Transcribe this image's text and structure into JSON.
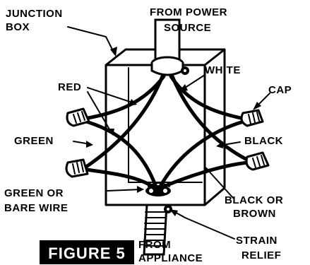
{
  "labels": {
    "junction_box_1": "JUNCTION",
    "junction_box_2": "BOX",
    "from_power_1": "FROM POWER",
    "from_power_2": "SOURCE",
    "white": "WHITE",
    "red": "RED",
    "cap": "CAP",
    "green": "GREEN",
    "black": "BLACK",
    "green_or_1": "GREEN OR",
    "green_or_2": "BARE WIRE",
    "black_or_1": "BLACK OR",
    "black_or_2": "BROWN",
    "from_appliance_1": "FROM",
    "from_appliance_2": "APPLIANCE",
    "strain_1": "STRAIN",
    "strain_2": "RELIEF"
  },
  "figure_badge": "FIGURE 5",
  "colors": {
    "ink": "#000000",
    "paper": "#ffffff"
  }
}
